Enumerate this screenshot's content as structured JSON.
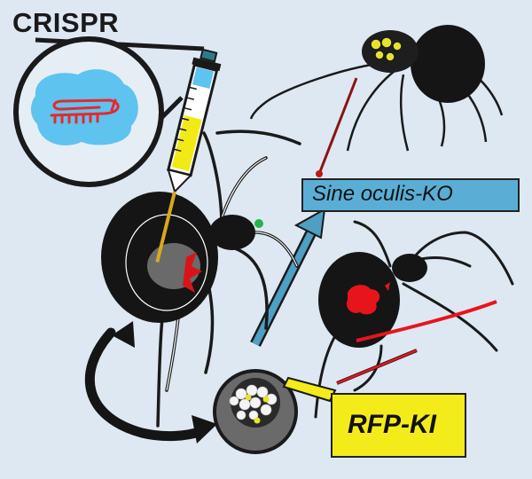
{
  "labels": {
    "crispr": "CRISPR",
    "knockout": "Sine oculis-KO",
    "knockin": "RFP-KI"
  },
  "colors": {
    "background": "#dde8f2",
    "spider_body": "#151515",
    "cas9_blob": "#5ec3ee",
    "guide_rna": "#e8282c",
    "knockout_arrow": "#4f9ec4",
    "knockout_box": "#5aaed6",
    "knockin_box": "#f4ec1a",
    "rfp_signal": "#e8141c",
    "eye_highlight": "#e6e22e",
    "syringe_barrel": "#f2ea16",
    "needle": "#d9a81c"
  },
  "icons": [
    "syringe-icon",
    "spider-icon",
    "magnifier-circle-icon",
    "egg-sac-icon",
    "curved-arrow-icon"
  ]
}
